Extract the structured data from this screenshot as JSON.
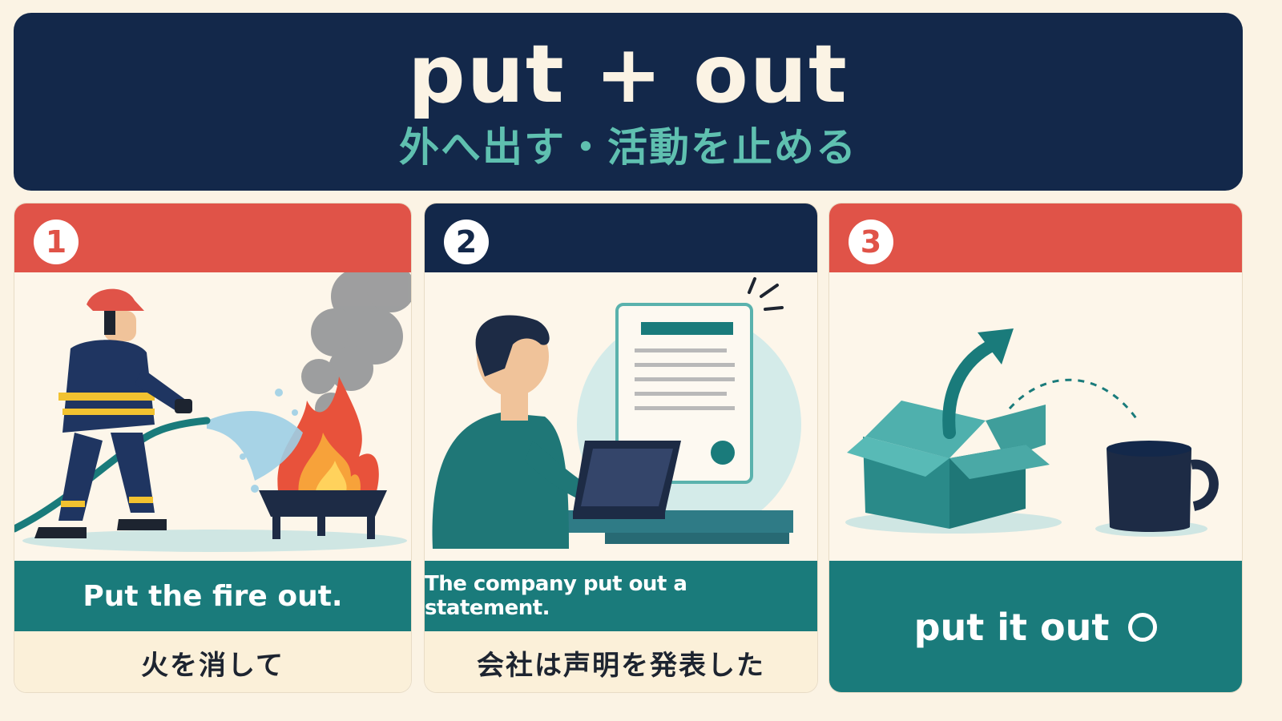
{
  "header": {
    "title": "put + out",
    "subtitle": "外へ出す・活動を止める"
  },
  "panels": [
    {
      "number": "1",
      "caption_en": "Put the fire out.",
      "caption_jp": "火を消して",
      "colors": {
        "top": "#e05348"
      }
    },
    {
      "number": "2",
      "caption_en": "The company put out a statement.",
      "caption_jp": "会社は声明を発表した",
      "colors": {
        "top": "#13284a"
      }
    },
    {
      "number": "3",
      "caption_en": "put it out",
      "colors": {
        "top": "#e05348"
      }
    }
  ],
  "colors": {
    "navy": "#13284a",
    "teal": "#1a7b7b",
    "red": "#e05348",
    "cream": "#fbf3e4",
    "mint": "#5fc0b0"
  }
}
